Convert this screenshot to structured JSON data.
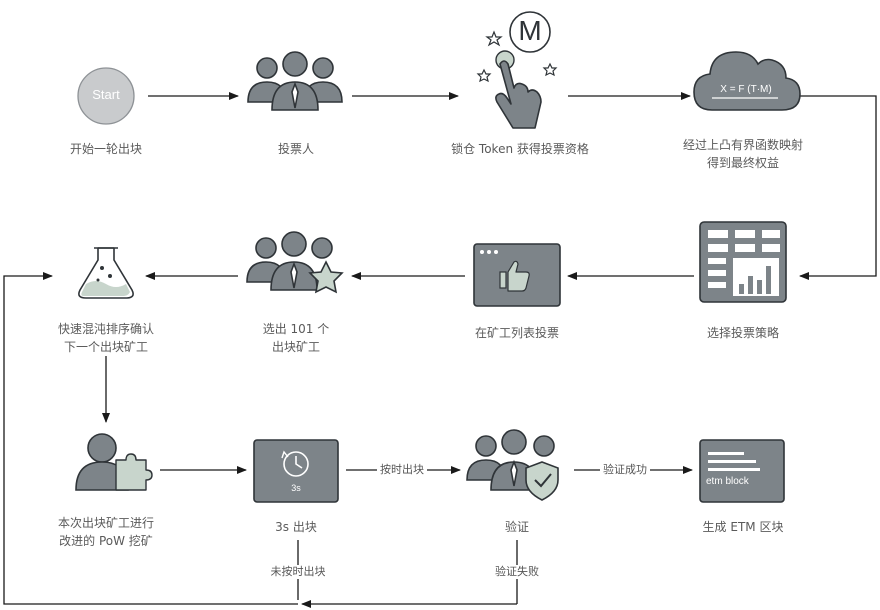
{
  "start_text": "Start",
  "formula": "X = F (T·M)",
  "clock_label": "3s",
  "block_label": "etm block",
  "m_symbol": "M",
  "nodes": [
    {
      "id": "start",
      "label": "开始一轮出块"
    },
    {
      "id": "voters",
      "label": "投票人"
    },
    {
      "id": "lock",
      "label": "锁仓 Token 获得投票资格"
    },
    {
      "id": "convex",
      "label": "经过上凸有界函数映射\n得到最终权益"
    },
    {
      "id": "strategy",
      "label": "选择投票策略"
    },
    {
      "id": "minerlist",
      "label": "在矿工列表投票"
    },
    {
      "id": "select101",
      "label": "选出 101 个\n出块矿工"
    },
    {
      "id": "shuffle",
      "label": "快速混沌排序确认\n下一个出块矿工"
    },
    {
      "id": "pow",
      "label": "本次出块矿工进行\n改进的 PoW 挖矿"
    },
    {
      "id": "produce",
      "label": "3s 出块"
    },
    {
      "id": "verify",
      "label": "验证"
    },
    {
      "id": "etmblock",
      "label": "生成 ETM 区块"
    }
  ],
  "edges": {
    "ontime": "按时出块",
    "verified": "验证成功",
    "not_ontime": "未按时出块",
    "verify_failed": "验证失败"
  },
  "colors": {
    "icon_fill": "#7d8489",
    "icon_stroke": "#2f3438",
    "light_fill": "#c8d5cc",
    "arrow": "#1a1a1a"
  }
}
